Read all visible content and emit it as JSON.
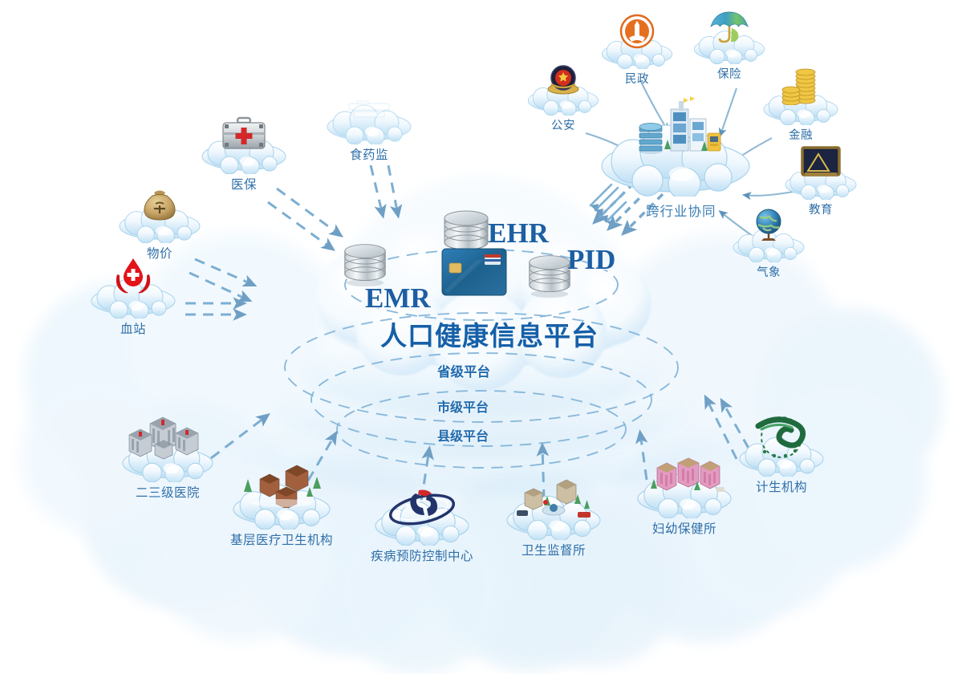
{
  "diagram": {
    "title": "人口健康信息平台",
    "accent_color": "#1560a8",
    "label_color": "#2f6fa8",
    "arrow_color": "#6f9fc4",
    "cloud_color": "#dbeefb"
  },
  "center": {
    "platform_title": "人口健康信息平台",
    "databases": [
      {
        "id": "emr",
        "label": "EMR",
        "icon": "database-icon"
      },
      {
        "id": "ehr",
        "label": "EHR",
        "icon": "database-icon"
      },
      {
        "id": "pid",
        "label": "PID",
        "icon": "database-icon"
      }
    ],
    "card_icon": "smart-card-icon",
    "tiers": [
      {
        "label": "省级平台"
      },
      {
        "label": "市级平台"
      },
      {
        "label": "县级平台"
      }
    ]
  },
  "cross_industry": {
    "label": "跨行业协同",
    "icon": "city-cloud-icon",
    "flow_icon": "multi-arrow-flow-icon",
    "partners": [
      {
        "label": "公安",
        "icon": "police-badge-icon"
      },
      {
        "label": "民政",
        "icon": "civil-affairs-emblem-icon"
      },
      {
        "label": "保险",
        "icon": "umbrella-insurance-icon"
      },
      {
        "label": "金融",
        "icon": "gold-coins-icon"
      },
      {
        "label": "教育",
        "icon": "blackboard-icon"
      },
      {
        "label": "气象",
        "icon": "globe-icon"
      }
    ]
  },
  "upstream_sources": [
    {
      "label": "医保",
      "icon": "medical-kit-icon"
    },
    {
      "label": "食药监",
      "icon": "food-drug-admin-icon"
    },
    {
      "label": "物价",
      "icon": "money-bag-icon"
    },
    {
      "label": "血站",
      "icon": "blood-donation-icon"
    }
  ],
  "institutions": [
    {
      "label": "二三级医院",
      "icon": "hospital-buildings-icon"
    },
    {
      "label": "基层医疗卫生机构",
      "icon": "community-clinic-icon"
    },
    {
      "label": "疾病预防控制中心",
      "icon": "cdc-logo-icon"
    },
    {
      "label": "卫生监督所",
      "icon": "health-supervision-icon"
    },
    {
      "label": "妇幼保健所",
      "icon": "maternal-child-health-icon"
    },
    {
      "label": "计生机构",
      "icon": "family-planning-ribbon-icon"
    }
  ]
}
